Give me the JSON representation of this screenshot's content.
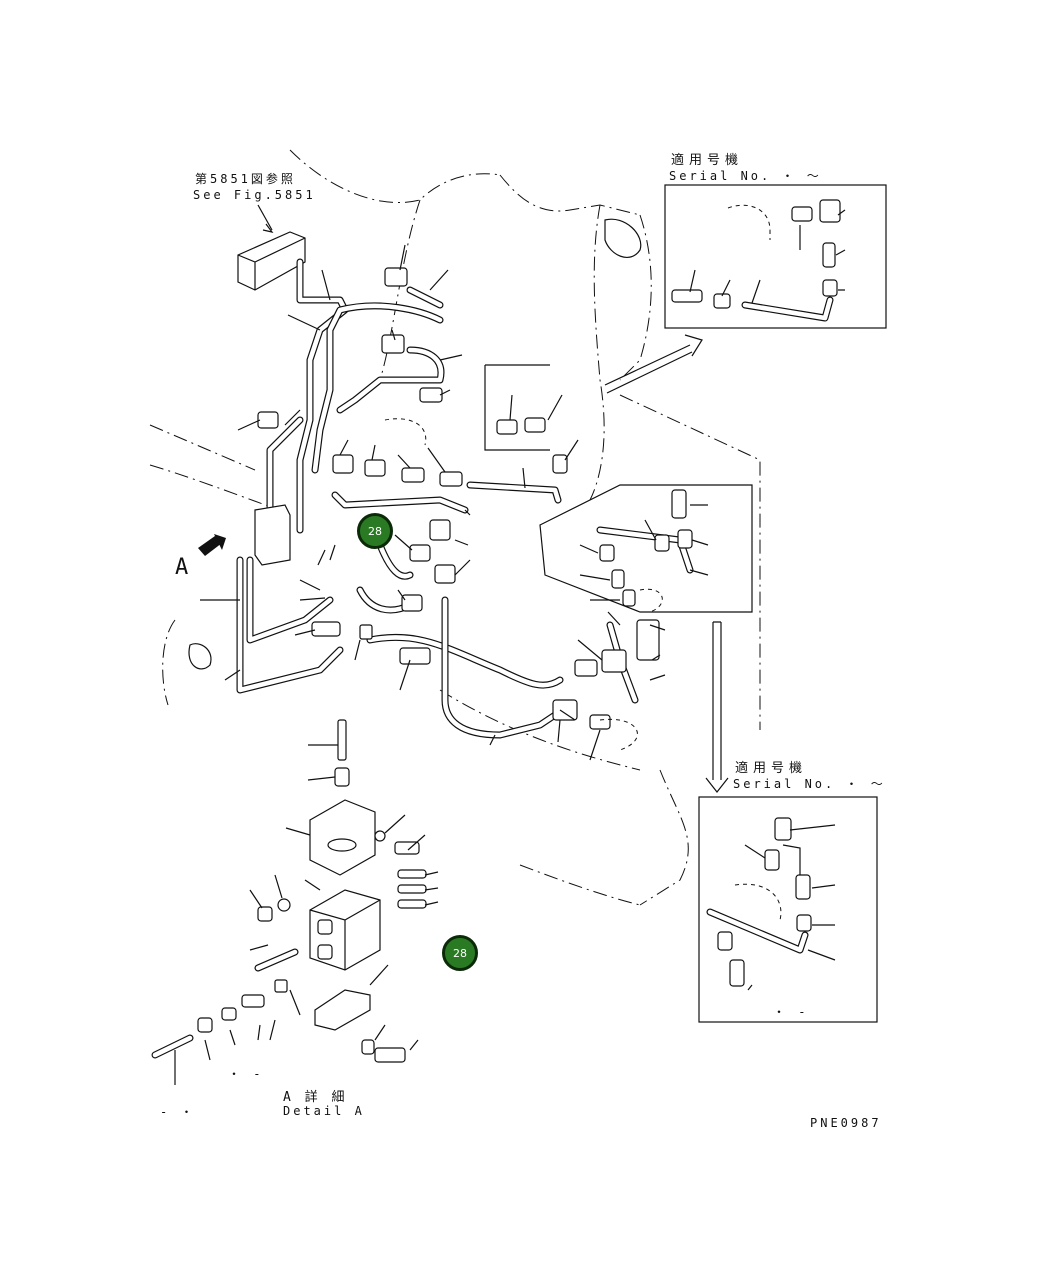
{
  "ref_note": {
    "jp": "第5851図参照",
    "en": "See Fig.5851"
  },
  "view_marker": "A",
  "callouts": [
    "28",
    "28"
  ],
  "inset_top": {
    "jp": "適用号機",
    "en": "Serial No.  ・ 〜"
  },
  "inset_bottom": {
    "jp": "適用号機",
    "en": "Serial No.  ・ 〜"
  },
  "detail_label": {
    "jp": "A 詳 細",
    "en": "Detail A"
  },
  "small_marks": [
    "-  ・",
    "・ -",
    "・ -"
  ],
  "drawing_code": "PNE0987"
}
